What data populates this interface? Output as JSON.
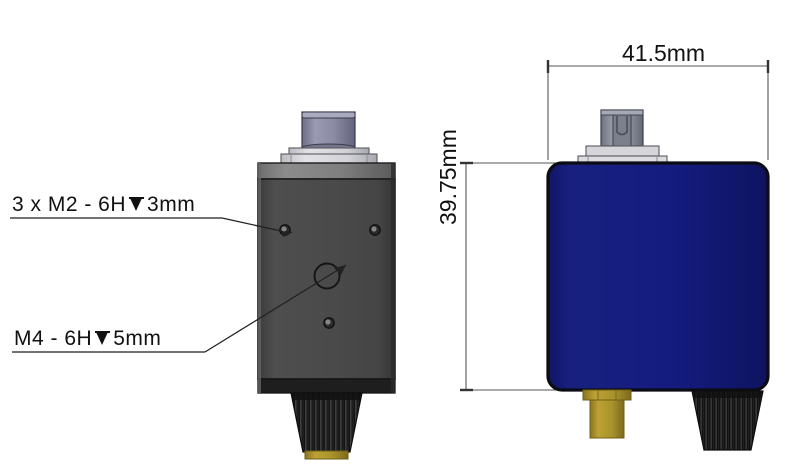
{
  "drawing": {
    "title": "Technical dimension drawing of sensor module (two views)",
    "background_color": "#ffffff",
    "units": "mm"
  },
  "annotations": [
    {
      "id": "m2-callout",
      "prefix": "3 x  M2 - 6H",
      "depth_symbol": "depth-arrow",
      "value": "3mm",
      "full_text": "3 x  M2 - 6H ↧ 3mm",
      "underline": true,
      "leader_target": "m2-mounting-hole"
    },
    {
      "id": "m4-callout",
      "prefix": "M4 - 6H",
      "depth_symbol": "depth-arrow",
      "value": "5mm",
      "full_text": "M4 - 6H ↧ 5mm",
      "underline": true,
      "leader_target": "m4-center-hole"
    }
  ],
  "dimensions": {
    "horizontal": {
      "id": "width-dimension",
      "label": "41.5mm",
      "value": 41.5,
      "unit": "mm",
      "orientation": "horizontal",
      "measures": "overall width of blue housing"
    },
    "vertical": {
      "id": "height-dimension",
      "label": "39.75mm",
      "value": 39.75,
      "unit": "mm",
      "orientation": "vertical",
      "measures": "overall height of blue housing"
    }
  },
  "views": {
    "left": {
      "id": "left-view",
      "name": "front-view-gray-housing",
      "body_color": "#4a4a4a",
      "body_edge_color": "#1c1c1c",
      "top_connector_color": "#8a8aa0",
      "top_flange_color": "#d0d0d4",
      "bottom_knurl_color": "#151515",
      "bottom_ring_color": "#9a7f23",
      "features": [
        {
          "id": "m2-mounting-hole",
          "name": "m2-hole-left",
          "type": "threaded-hole",
          "size": "M2"
        },
        {
          "id": "m2-hole-right",
          "name": "m2-hole-right",
          "type": "threaded-hole",
          "size": "M2"
        },
        {
          "id": "m2-hole-bottom",
          "name": "m2-hole-bottom",
          "type": "threaded-hole",
          "size": "M2"
        },
        {
          "id": "m4-center-hole",
          "name": "m4-center-hole",
          "type": "threaded-hole",
          "size": "M4"
        }
      ]
    },
    "right": {
      "id": "right-view",
      "name": "side-view-blue-housing",
      "body_color": "#131B7A",
      "body_edge_color": "#101018",
      "top_connector_color": "#8a8f9e",
      "top_flange_color": "#d6d6da",
      "bottom_brass_color": "#a8922c",
      "bottom_knurl_color": "#151515"
    }
  },
  "styles": {
    "dimension_line_color": "#555555",
    "leader_line_color": "#222222",
    "text_color": "#111111"
  }
}
